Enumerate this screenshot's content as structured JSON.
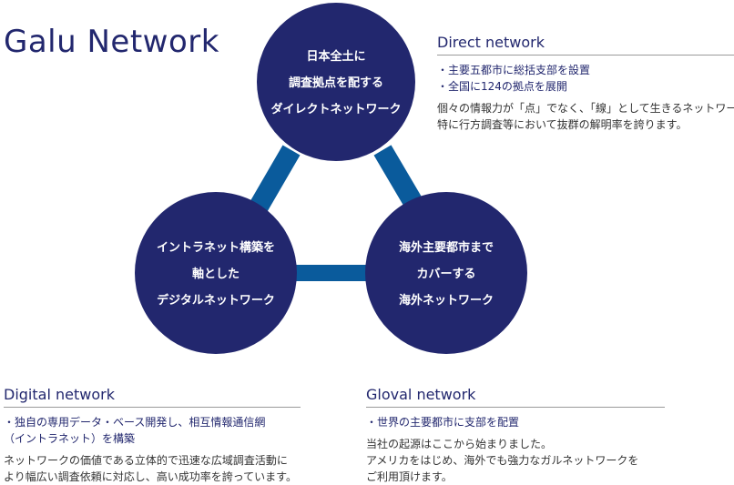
{
  "title": "Galu Network",
  "colors": {
    "circle": "#22276e",
    "connector": "#0a5b9c",
    "heading": "#22276e"
  },
  "circles": {
    "top": [
      "日本全土に",
      "調査拠点を配する",
      "ダイレクトネットワーク"
    ],
    "left": [
      "イントラネット構築を",
      "軸とした",
      "デジタルネットワーク"
    ],
    "right": [
      "海外主要都市まで",
      "カバーする",
      "海外ネットワーク"
    ]
  },
  "direct": {
    "heading": "Direct network",
    "bullets": [
      "・主要五都市に総括支部を設置",
      "・全国に124の拠点を展開"
    ],
    "desc": [
      "個々の情報力が「点」でなく、「線」として生きるネットワーク",
      "特に行方調査等において抜群の解明率を誇ります。"
    ]
  },
  "digital": {
    "heading": "Digital network",
    "bullets": [
      "・独自の専用データ・ベース開発し、相互情報通信網",
      "（イントラネット）を構築"
    ],
    "desc": [
      "ネットワークの価値である立体的で迅速な広域調査活動に",
      "より幅広い調査依頼に対応し、高い成功率を誇っています。"
    ]
  },
  "gloval": {
    "heading": "Gloval network",
    "bullets": [
      "・世界の主要都市に支部を配置"
    ],
    "desc": [
      "当社の起源はここから始まりました。",
      "アメリカをはじめ、海外でも強力なガルネットワークを",
      "ご利用頂けます。"
    ]
  }
}
